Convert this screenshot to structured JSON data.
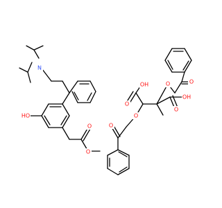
{
  "colors": {
    "bond": "#000000",
    "O": "#ff0d0d",
    "N": "#3050f8",
    "background": "#ffffff"
  },
  "molecules": [
    {
      "id": "amine-phenol",
      "atom_labels": [
        {
          "id": "N1",
          "element": "N",
          "text": "N"
        },
        {
          "id": "O_hydroxy",
          "element": "O",
          "text": "HO"
        },
        {
          "id": "O_carbonyl",
          "element": "O",
          "text": "O"
        },
        {
          "id": "O_ester",
          "element": "O",
          "text": "O"
        }
      ]
    },
    {
      "id": "dibenzoyl-tartaric-acid",
      "atom_labels": [
        {
          "id": "O_bz1_carbonyl",
          "element": "O",
          "text": "O"
        },
        {
          "id": "O_bz1_ester",
          "element": "O",
          "text": "O"
        },
        {
          "id": "O_acid1_oh",
          "element": "O",
          "text": "OH"
        },
        {
          "id": "O_acid1_carbonyl",
          "element": "O",
          "text": "O"
        },
        {
          "id": "O_acid2_oh",
          "element": "O",
          "text": "OH"
        },
        {
          "id": "O_acid2_carbonyl",
          "element": "O",
          "text": "O"
        },
        {
          "id": "O_bz2_ester",
          "element": "O",
          "text": "O"
        },
        {
          "id": "O_bz2_carbonyl",
          "element": "O",
          "text": "O"
        }
      ]
    }
  ]
}
